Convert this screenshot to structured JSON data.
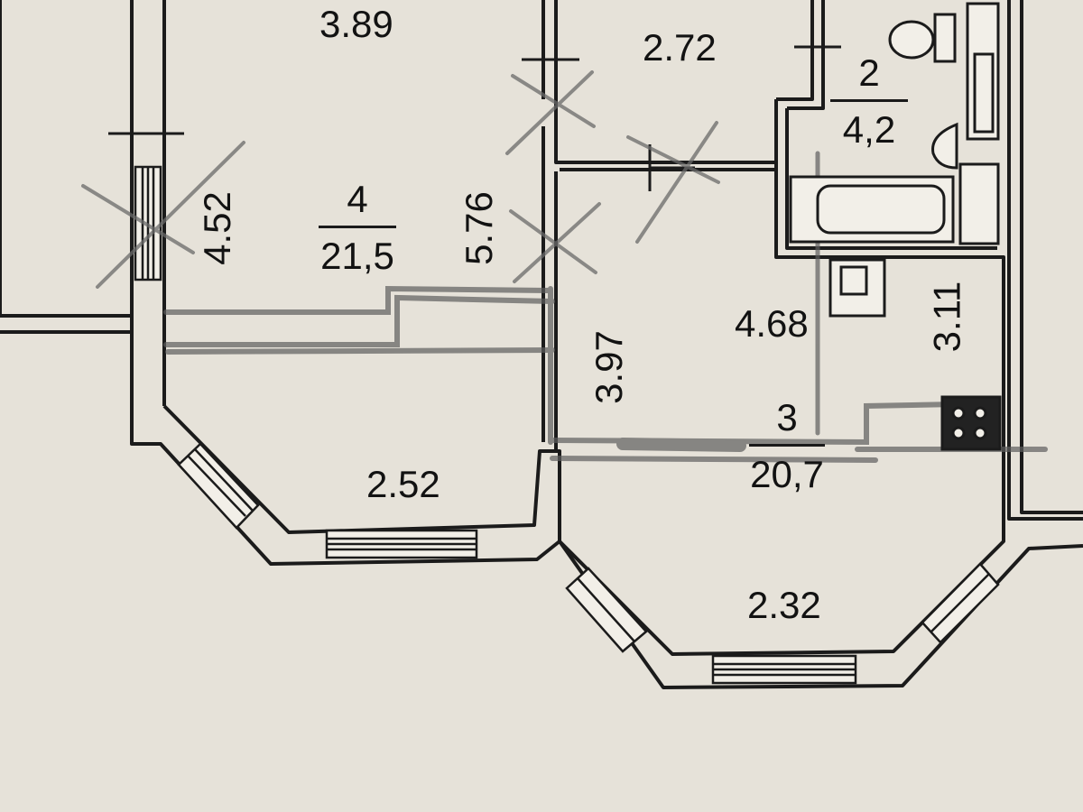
{
  "plan": {
    "colors": {
      "paper": "#e6e2d9",
      "ink": "#1b1b1b",
      "pencil": "#5e5e5e"
    },
    "dimensions": {
      "d_3_89": "3.89",
      "d_2_72": "2.72",
      "d_4_52": "4.52",
      "d_5_76": "5.76",
      "d_3_97": "3.97",
      "d_4_68": "4.68",
      "d_3_11": "3.11",
      "d_2_52": "2.52",
      "d_2_32": "2.32"
    },
    "rooms": {
      "room4": {
        "number": "4",
        "area": "21,5"
      },
      "room3": {
        "number": "3",
        "area": "20,7"
      },
      "room2": {
        "number": "2",
        "area": "4,2"
      }
    },
    "icons": [
      "toilet-icon",
      "washbasin-icon",
      "bathtub-icon",
      "sink-icon",
      "stove-icon",
      "cross-mark-icon",
      "window-icon",
      "door-tick-icon"
    ]
  }
}
